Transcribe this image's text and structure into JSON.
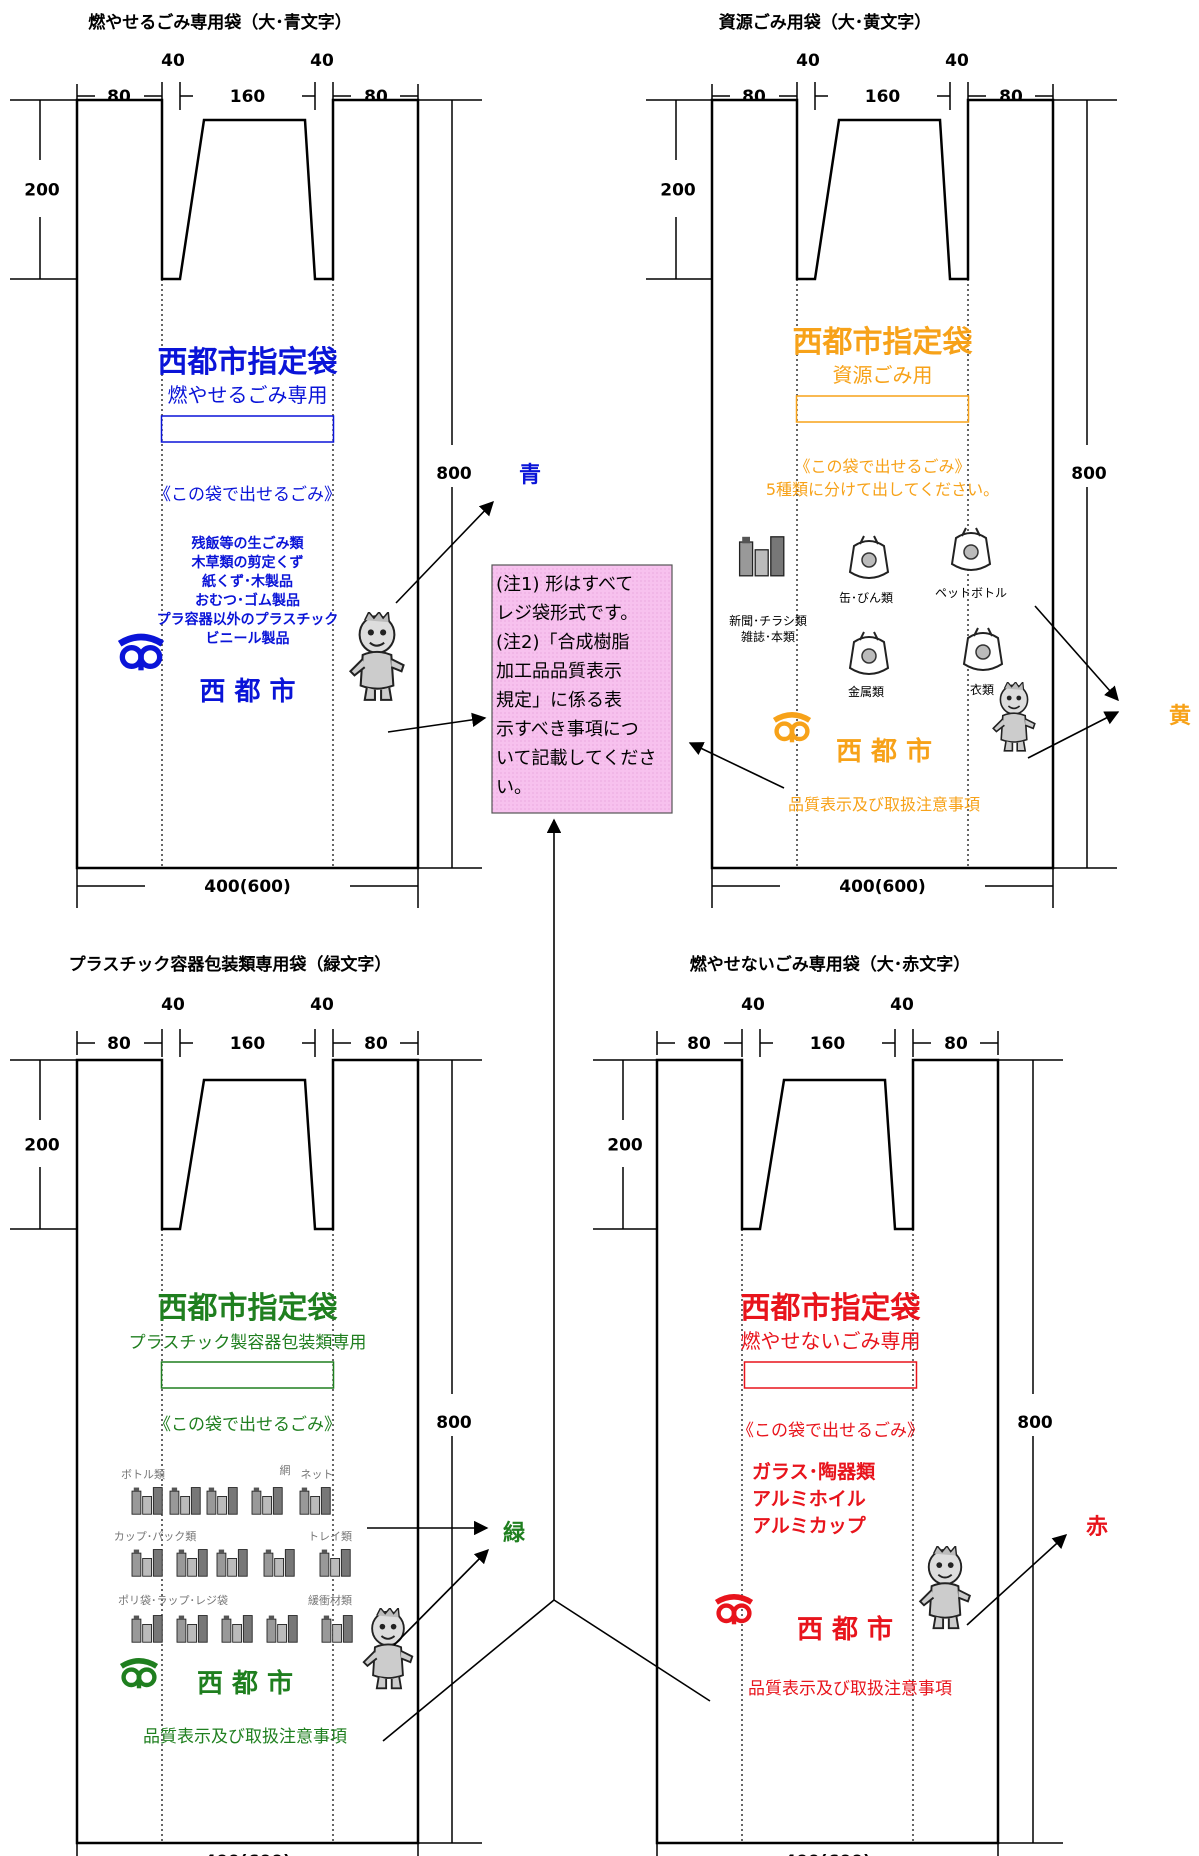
{
  "colors": {
    "blue": "#0a14d8",
    "orange": "#f7a219",
    "green": "#1f7f1f",
    "red": "#e8141c",
    "note_bg": "#f7c1ee"
  },
  "dims": {
    "w80": "80",
    "w40": "40",
    "w160": "160",
    "h200": "200",
    "h800": "800",
    "bottom": "400(600)"
  },
  "common": {
    "city_bag": "西都市指定袋",
    "can_put": "《この袋で出せるごみ》",
    "city": "西 都 市",
    "quality": "品質表示及び取扱注意事項"
  },
  "bags": {
    "burnable": {
      "title": "燃やせるごみ専用袋（大･青文字）",
      "subtitle": "燃やせるごみ専用",
      "color_label": "青",
      "items": [
        "残飯等の生ごみ類",
        "木草類の剪定くず",
        "紙くず･木製品",
        "おむつ･ゴム製品",
        "プラ容器以外のプラスチック",
        "ビニール製品"
      ]
    },
    "resource": {
      "title": "資源ごみ用袋（大･黄文字）",
      "subtitle": "資源ごみ用",
      "color_label": "黄",
      "instruction": "5種類に分けて出してください。",
      "items": [
        "新聞･チラシ類",
        "雑誌･本類",
        "缶･びん類",
        "ペットボトル",
        "金属類",
        "衣類"
      ]
    },
    "plastic": {
      "title": "プラスチック容器包装類専用袋（緑文字）",
      "subtitle": "プラスチック製容器包装類専用",
      "color_label": "緑",
      "items": [
        "ボトル類",
        "網",
        "ネット",
        "カップ･パック類",
        "トレイ類",
        "ポリ袋･ラップ･レジ袋",
        "緩衝材類"
      ]
    },
    "nonburnable": {
      "title": "燃やせないごみ専用袋（大･赤文字）",
      "subtitle": "燃やせないごみ専用",
      "color_label": "赤",
      "items": [
        "ガラス･陶器類",
        "アルミホイル",
        "アルミカップ"
      ]
    }
  },
  "note": {
    "lines": [
      "(注1) 形はすべて",
      "レジ袋形式です。",
      "(注2)「合成樹脂",
      "加工品品質表示",
      "規定」に係る表",
      "示すべき事項につ",
      "いて記載してくださ",
      "い。"
    ]
  }
}
